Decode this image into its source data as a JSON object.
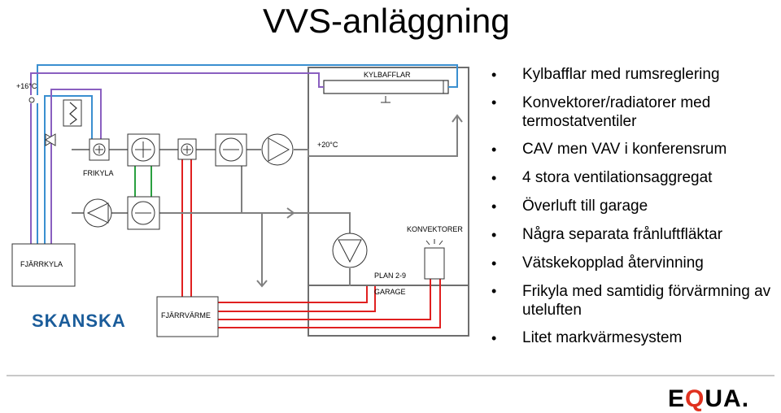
{
  "title": "VVS-anläggning",
  "bullets": [
    "Kylbafflar med rumsreglering",
    "Konvektorer/radiatorer med termostatventiler",
    "CAV men VAV i konferensrum",
    "4 stora ventilationsaggregat",
    "Överluft till garage",
    "Några separata frånluftfläktar",
    "Vätskekopplad återvinning",
    "Frikyla med samtidig förvärmning av uteluften",
    "Litet markvärmesystem"
  ],
  "diagram": {
    "labels": {
      "kylbafflar": "KYLBAFFLAR",
      "outdoor_temp": "+16°C",
      "indoor_temp": "+20°C",
      "frikyla": "FRIKYLA",
      "konvektorer": "KONVEKTORER",
      "plan": "PLAN 2-9",
      "garage": "GARAGE",
      "fjarrkyla": "FJÄRRKYLA",
      "fjarrvarme": "FJÄRRVÄRME"
    },
    "colors": {
      "cold_supply": "#3a8fd0",
      "cold_return": "#8a5fc0",
      "hot": "#e02020",
      "exchanger": "#2aa040",
      "air": "#808080",
      "box": "#000000"
    }
  },
  "logos": {
    "skanska": "SKANSKA",
    "equa_prefix": "E",
    "equa_q": "Q",
    "equa_suffix": "UA."
  }
}
